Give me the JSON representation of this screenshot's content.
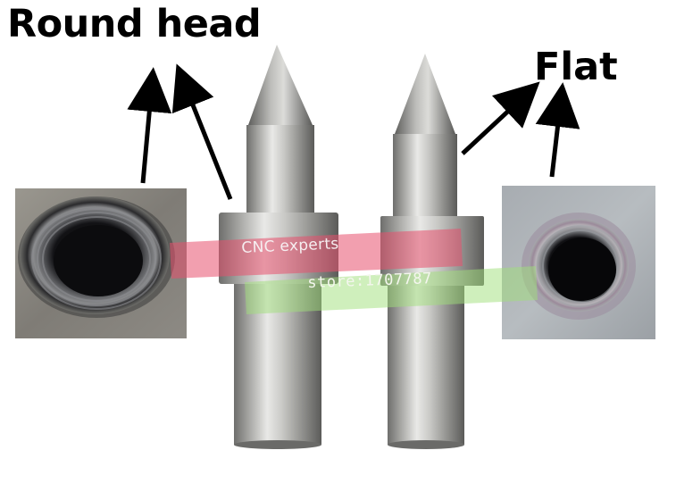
{
  "labels": {
    "left": "Round head",
    "right": "Flat"
  },
  "watermark": {
    "line1": "CNC experts",
    "line2": "store:1707787"
  },
  "colors": {
    "watermark_band_1": "#e8506e",
    "watermark_band_2": "#9fe07a",
    "steel_light": "#e8e8e6",
    "steel_dark": "#6e6e6c",
    "arrow": "#000000"
  }
}
